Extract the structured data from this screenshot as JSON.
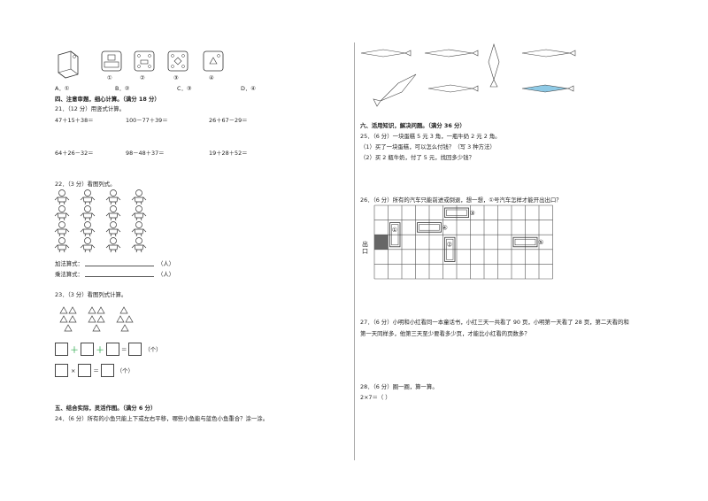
{
  "q20": {
    "options": [
      "A．①",
      "B．②",
      "C．③",
      "D．④"
    ],
    "cube_labels": [
      "①",
      "②",
      "③",
      "④"
    ]
  },
  "section4": {
    "title": "四、注意审题，细心计算。（满分 18 分）"
  },
  "q21": {
    "title": "21．（12 分）用竖式计算。",
    "row1": [
      "47＋15＋38＝",
      "100－77＋39＝",
      "26＋67－29＝"
    ],
    "row2": [
      "64＋26－32＝",
      "98－48＋37＝",
      "19＋28＋52＝"
    ]
  },
  "q22": {
    "title": "22．（3 分）看图列式。",
    "add_label": "加法算式：",
    "mul_label": "乘法算式：",
    "unit": "（人）"
  },
  "q23": {
    "title": "23．（3 分）看图列式计算。",
    "unit": "（个）",
    "times": "×",
    "plus": "＋",
    "equals": "＝"
  },
  "section5": {
    "title": "五、结合实际，灵活作图。（满分 6 分）"
  },
  "q24": {
    "title": "24．（6 分）所有的小鱼只能上下或左右平移，哪些小鱼能与蓝色小鱼重合？涂一涂。"
  },
  "section6": {
    "title": "六、活用知识，解决问题。（满分 36 分）"
  },
  "q25": {
    "title": "25．（6 分）一块蛋糕 5 元 3 角，一瓶牛奶 2 元 2 角。",
    "sub1": "（1）买了一块蛋糕，可以怎么付钱？（写 3 种方法）",
    "sub2": "（2）买 2 瓶牛奶，付了 5 元，找回多少钱？"
  },
  "q26": {
    "title": "26．（6 分）所有的汽车只能前进或倒退，想一想，①号汽车怎样才能开出出口？",
    "exit_label": "出口",
    "car_labels": [
      "①",
      "②",
      "③",
      "④",
      "⑤"
    ]
  },
  "q27": {
    "line1": "27．（6 分）小明和小红看同一本童话书，小红三天一共看了 90 页，小明第一天看了 28 页，第二天看的和",
    "line2": "第一天同样多，他第三天至少要看多少页，才能比小红看的页数多？"
  },
  "q28": {
    "title": "28．（6 分）圈一圈，算一算。",
    "expr": "2×7＝（     ）"
  },
  "colors": {
    "blue_fish": "#8ecae6",
    "exit": "#666666",
    "plus_sign": "#2aa84a"
  }
}
